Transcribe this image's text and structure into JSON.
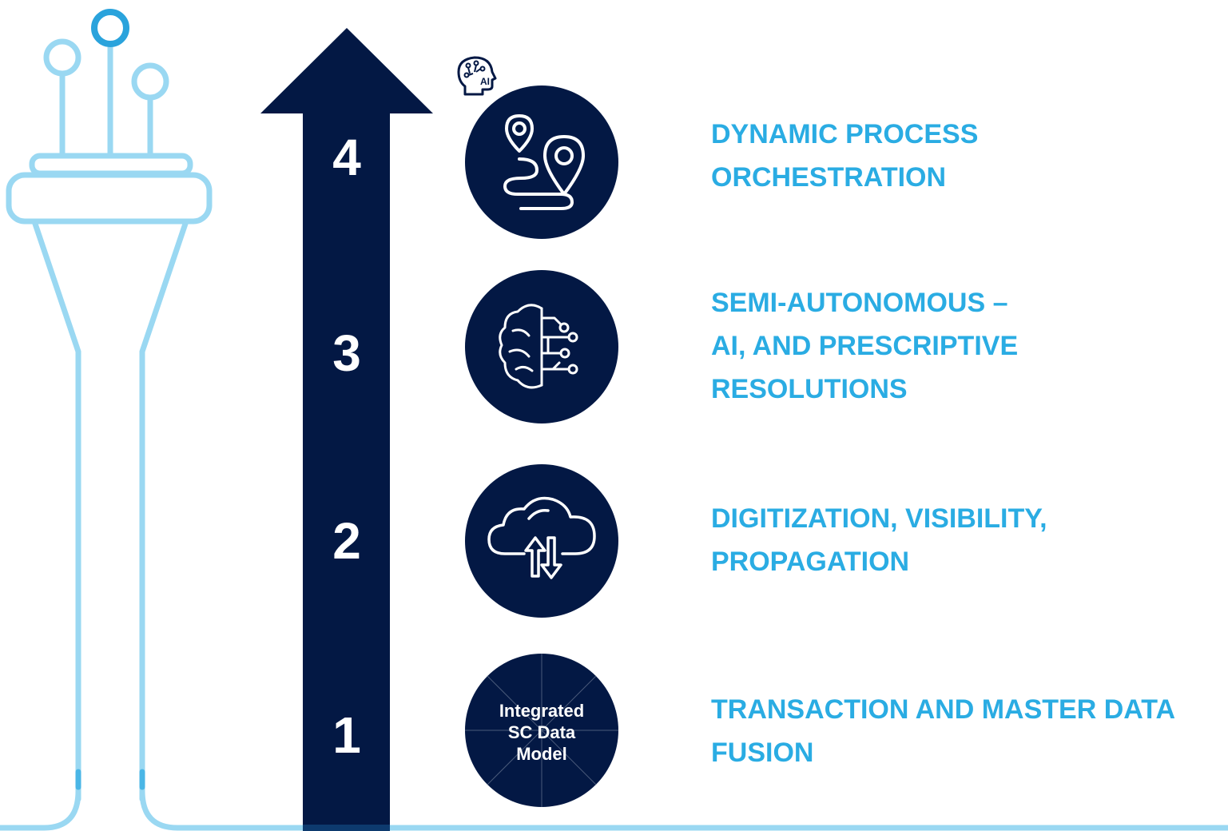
{
  "colors": {
    "navy": "#031844",
    "accent": "#2aace3",
    "line_light": "#9ad8f2",
    "line_mid": "#4ab6e6"
  },
  "steps": [
    {
      "number": "4",
      "label_lines": [
        "DYNAMIC PROCESS",
        "ORCHESTRATION"
      ],
      "icon": "map-route-icon"
    },
    {
      "number": "3",
      "label_lines": [
        "SEMI-AUTONOMOUS –",
        "AI, AND PRESCRIPTIVE",
        "RESOLUTIONS"
      ],
      "icon": "brain-circuit-icon"
    },
    {
      "number": "2",
      "label_lines": [
        "DIGITIZATION, VISIBILITY,",
        "PROPAGATION"
      ],
      "icon": "cloud-sync-icon"
    },
    {
      "number": "1",
      "label_lines": [
        "TRANSACTION AND MASTER DATA",
        "FUSION"
      ],
      "icon": "data-model-icon"
    }
  ],
  "data_model": {
    "lines": [
      "Integrated",
      "SC Data",
      "Model"
    ]
  },
  "ai_badge": {
    "text": "AI",
    "icon": "ai-head-icon"
  },
  "decoration_icon": "connector-plug-icon"
}
